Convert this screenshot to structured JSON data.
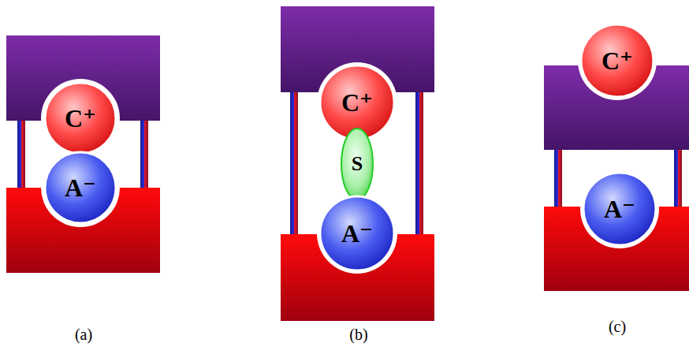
{
  "diagram": {
    "nodes": [
      {
        "text": [
          "C⁺"
        ]
      },
      {
        "text": [
          "A⁻"
        ]
      },
      {
        "text": [
          "C⁺"
        ]
      },
      {
        "text": [
          "S"
        ]
      },
      {
        "text": [
          "A⁻"
        ]
      },
      {
        "text": [
          "C⁺"
        ]
      },
      {
        "text": [
          "A⁻"
        ]
      }
    ],
    "labels": [
      "(a)",
      "(b)",
      "(c)"
    ]
  }
}
